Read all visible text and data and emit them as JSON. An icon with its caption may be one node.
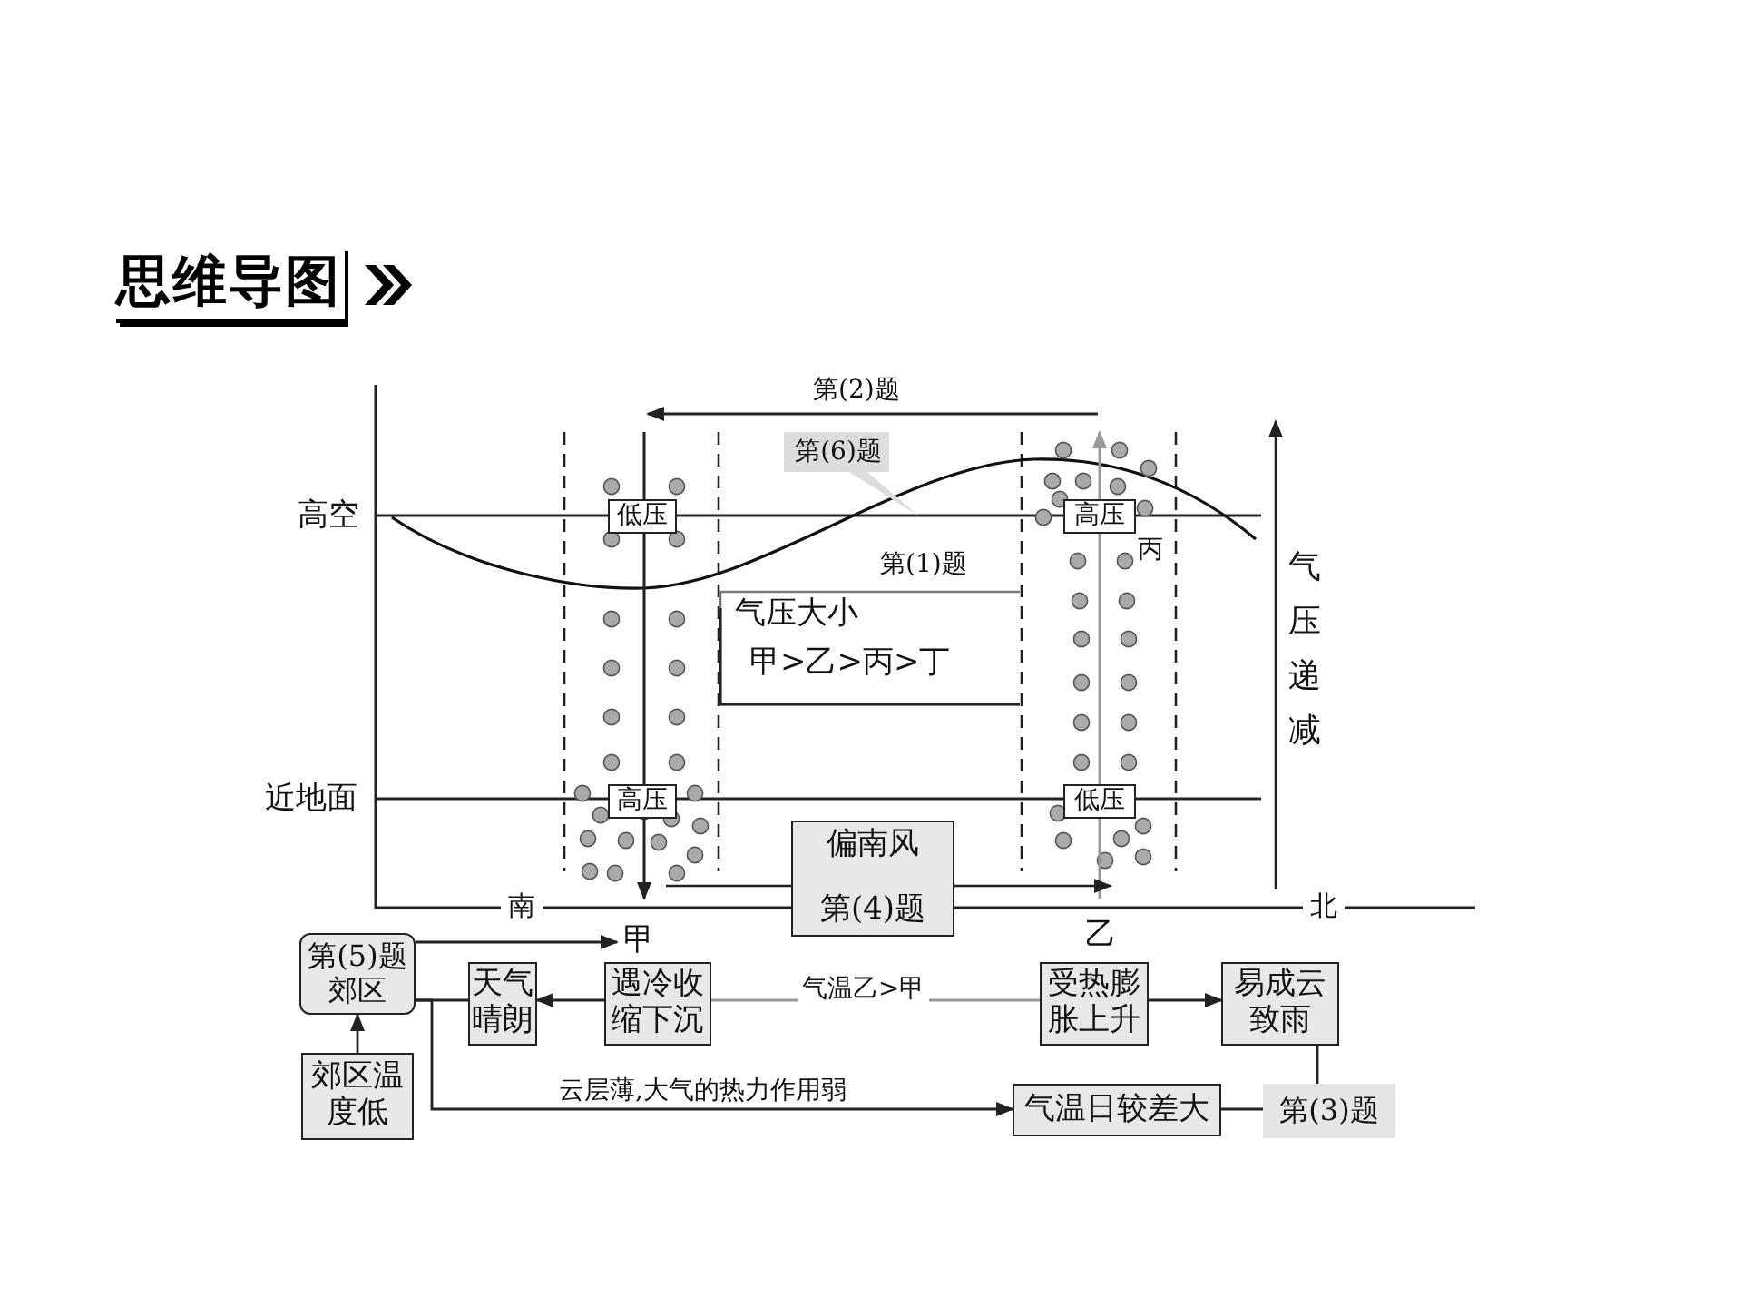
{
  "diagram": {
    "title": "思维导图",
    "nodes": [
      {
        "text": [
          "第(6)题"
        ]
      },
      {
        "text": [
          "低压"
        ]
      },
      {
        "text": [
          "高压"
        ]
      },
      {
        "text": [
          "高压"
        ]
      },
      {
        "text": [
          "低压"
        ]
      },
      {
        "text": [
          "偏南风",
          "第(4)题"
        ]
      },
      {
        "text": [
          "第(5)题",
          "郊区"
        ]
      },
      {
        "text": [
          "甲"
        ]
      },
      {
        "text": [
          "天气晴朗"
        ]
      },
      {
        "text": [
          "遇冷收缩下沉"
        ]
      },
      {
        "text": [
          "受热膨胀上升"
        ]
      },
      {
        "text": [
          "易成云致雨"
        ]
      },
      {
        "text": [
          "郊区温度低"
        ]
      },
      {
        "text": [
          "气温日较差大"
        ]
      },
      {
        "text": [
          "第(3)题"
        ]
      }
    ],
    "edges": [
      {
        "from": 12,
        "to": 6,
        "arrow": "to"
      },
      {
        "from": 6,
        "to": 7,
        "arrow": "to"
      },
      {
        "from": 6,
        "to": 8,
        "arrow": "none"
      },
      {
        "from": 9,
        "to": 8,
        "arrow": "to"
      },
      {
        "from": 9,
        "to": 10,
        "arrow": "none",
        "label": "气温乙>甲",
        "color": "#999999"
      },
      {
        "from": 10,
        "to": 11,
        "arrow": "to"
      },
      {
        "from": 6,
        "to": 13,
        "arrow": "to",
        "label": "云层薄,大气的热力作用弱"
      },
      {
        "from": 11,
        "to": 14,
        "arrow": "none"
      },
      {
        "from": 14,
        "to": 13,
        "arrow": "none"
      }
    ],
    "labels": [
      "第(2)题",
      "高空",
      "第(1)题",
      "丙",
      "气压大小",
      "甲>乙>丙>丁",
      "气压递减",
      "近地面",
      "南",
      "北",
      "乙"
    ]
  }
}
